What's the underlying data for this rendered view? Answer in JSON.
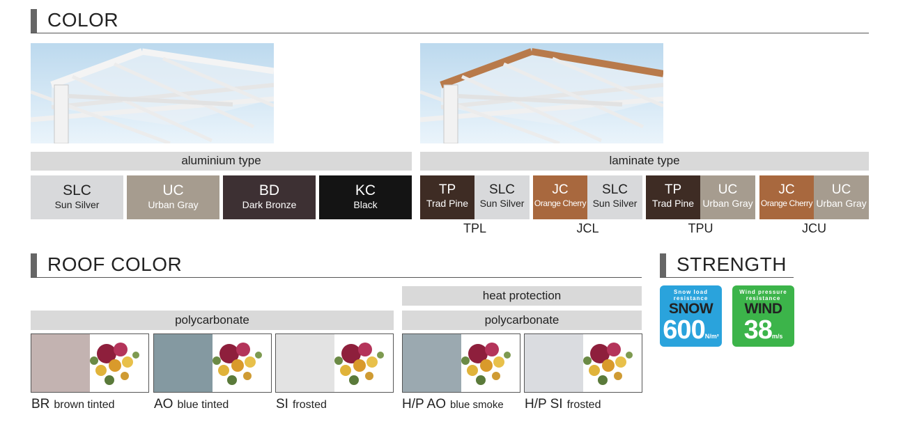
{
  "color_section": {
    "title": "COLOR",
    "aluminium_label": "aluminium type",
    "laminate_label": "laminate type",
    "aluminium_swatches": [
      {
        "code": "SLC",
        "name": "Sun Silver",
        "color": "#d8d9db"
      },
      {
        "code": "UC",
        "name": "Urban Gray",
        "color": "#a69c8f"
      },
      {
        "code": "BD",
        "name": "Dark Bronze",
        "color": "#3d3033"
      },
      {
        "code": "KC",
        "name": "Black",
        "color": "#141414"
      }
    ],
    "laminate_combos": [
      {
        "label": "TPL",
        "left": {
          "code": "TP",
          "name": "Trad Pine",
          "color": "#3e2c24"
        },
        "right": {
          "code": "SLC",
          "name": "Sun Silver",
          "color": "#d8d9db"
        }
      },
      {
        "label": "JCL",
        "left": {
          "code": "JC",
          "name": "Orange Cherry",
          "color": "#a8683e"
        },
        "right": {
          "code": "SLC",
          "name": "Sun Silver",
          "color": "#d8d9db"
        }
      },
      {
        "label": "TPU",
        "left": {
          "code": "TP",
          "name": "Trad Pine",
          "color": "#3e2c24"
        },
        "right": {
          "code": "UC",
          "name": "Urban Gray",
          "color": "#a69c8f"
        }
      },
      {
        "label": "JCU",
        "left": {
          "code": "JC",
          "name": "Orange Cherry",
          "color": "#a8683e"
        },
        "right": {
          "code": "UC",
          "name": "Urban Gray",
          "color": "#a69c8f"
        }
      }
    ]
  },
  "roof_section": {
    "title": "ROOF COLOR",
    "group1_label": "polycarbonate",
    "group2_top_label": "heat protection",
    "group2_label": "polycarbonate",
    "samples": [
      {
        "code": "BR",
        "desc": "brown tinted",
        "tint": "#b8a6a3"
      },
      {
        "code": "AO",
        "desc": "blue tinted",
        "tint": "#6f8790"
      },
      {
        "code": "SI",
        "desc": "frosted",
        "tint": "#dedede"
      },
      {
        "code": "H/P AO",
        "desc": "blue smoke",
        "tint": "#8a9aa2"
      },
      {
        "code": "H/P SI",
        "desc": "frosted",
        "tint": "#d4d6da"
      }
    ]
  },
  "strength_section": {
    "title": "STRENGTH",
    "snow": {
      "line1": "Snow load",
      "line2": "resistance",
      "label": "SNOW",
      "value": "600",
      "unit": "N/m²",
      "color": "#2aa3dc"
    },
    "wind": {
      "line1": "Wind pressure",
      "line2": "resistance",
      "label": "WIND",
      "value": "38",
      "unit": "m/s",
      "color": "#3cb44a"
    }
  }
}
